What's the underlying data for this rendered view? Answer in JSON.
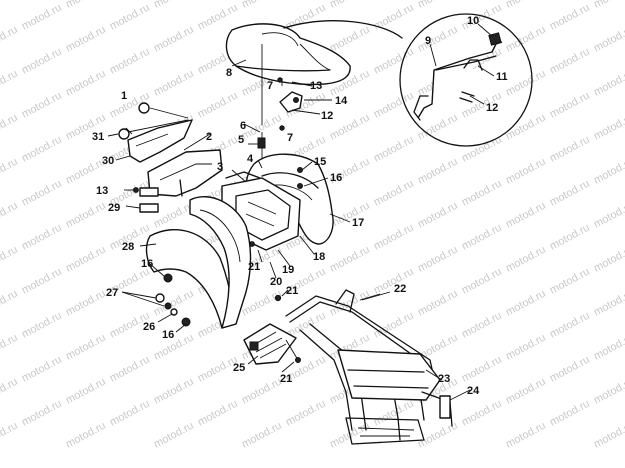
{
  "watermark": "motod.ru",
  "callouts": [
    "1",
    "2",
    "3",
    "4",
    "5",
    "6",
    "7",
    "7",
    "8",
    "9",
    "10",
    "11",
    "12",
    "12",
    "13",
    "13",
    "14",
    "15",
    "16",
    "16",
    "16",
    "17",
    "18",
    "19",
    "20",
    "21",
    "21",
    "21",
    "22",
    "23",
    "24",
    "25",
    "26",
    "27",
    "28",
    "29",
    "30",
    "31"
  ]
}
